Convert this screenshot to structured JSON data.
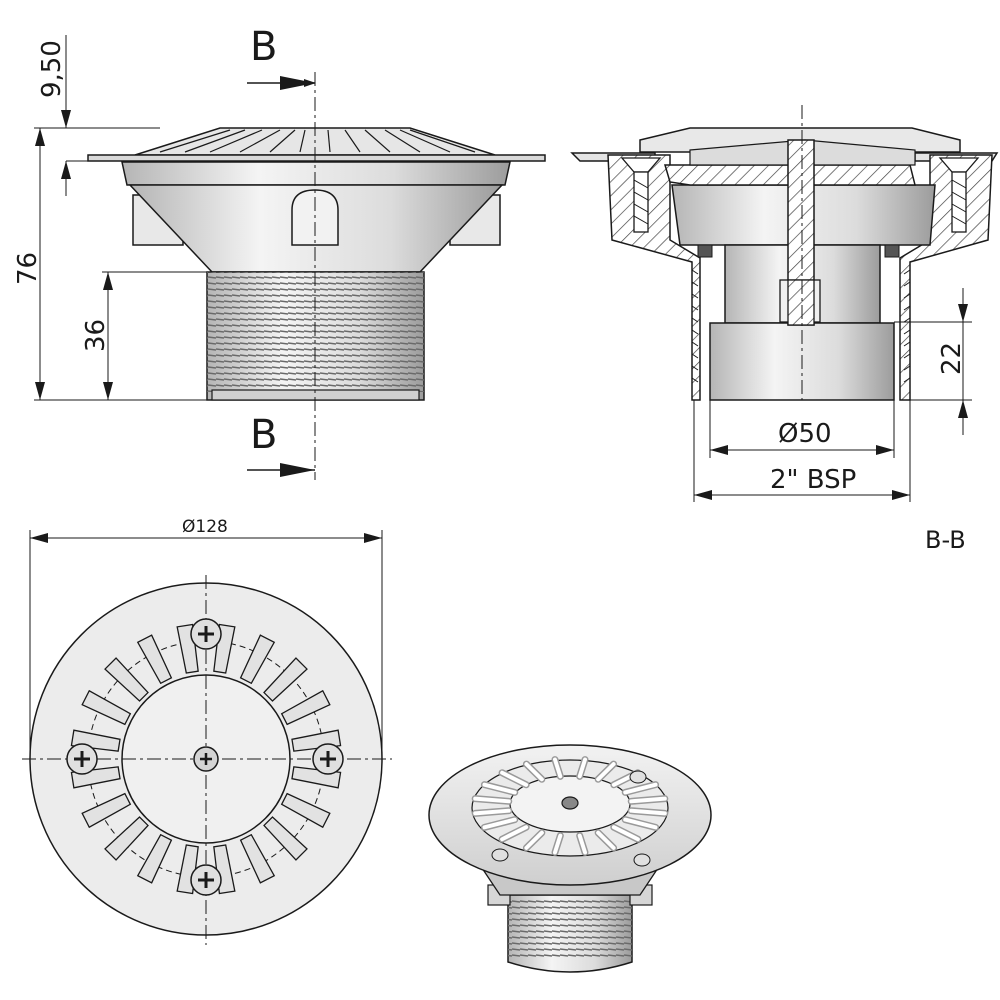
{
  "section_marks": {
    "top": "B",
    "bottom": "B",
    "view_label": "B-B"
  },
  "dimensions": {
    "flange_height": "9,50",
    "total_height": "76",
    "thread_height": "36",
    "outlet_height": "22",
    "inner_diameter": "Ø50",
    "thread_spec": "2\" BSP",
    "outer_diameter": "Ø128"
  },
  "colors": {
    "line": "#1a1a1a",
    "part_light": "#f0f0f0",
    "part_mid": "#d8d8d8",
    "part_dark": "#a8a8a8"
  },
  "icons": [
    "section-arrow-icon",
    "phillips-screw-icon"
  ]
}
